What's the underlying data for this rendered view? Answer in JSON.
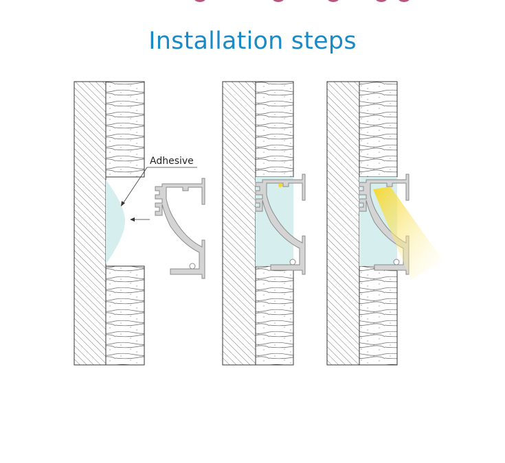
{
  "title": "Installation steps",
  "labels": {
    "adhesive": "Adhesive"
  },
  "colors": {
    "title": "#1a8ac6",
    "adhesive_fill": "#d6eeee",
    "profile_fill": "#d4d4d4",
    "profile_stroke": "#8a8a8a",
    "light": "#f7dc3c",
    "header_accent": "#b8557f"
  },
  "steps": [
    {
      "name": "apply-adhesive"
    },
    {
      "name": "insert-profile"
    },
    {
      "name": "light-on"
    }
  ]
}
